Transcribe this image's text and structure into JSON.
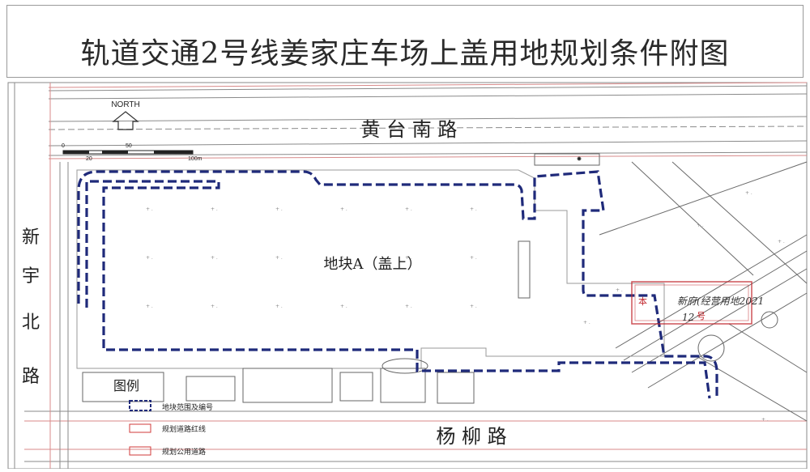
{
  "title": "轨道交通2号线姜家庄车场上盖用地规划条件附图",
  "map": {
    "north_label": "NORTH",
    "scale": {
      "ticks": [
        "0",
        "20",
        "50",
        "100m"
      ]
    },
    "roads": {
      "north": "黄 台 南 路",
      "west": [
        "新",
        "宇",
        "北",
        "路"
      ],
      "south": "杨 柳 路"
    },
    "parcel_label": "地块A（盖上）",
    "stamp": {
      "line1": "本",
      "line2": "号"
    },
    "handwriting": [
      "新府(经营用地2021",
      "12"
    ]
  },
  "legend": {
    "title": "图例",
    "items": [
      {
        "label": "地块范围及编号",
        "color": "#1f2a7a"
      },
      {
        "label": "规划道路红线",
        "color": "#d23a3a"
      },
      {
        "label": "规划公用道路",
        "color": "#d23a3a"
      }
    ]
  },
  "colors": {
    "boundary": "#1f2a7a",
    "redline": "#d88a8a",
    "stamp": "#c1272d",
    "linework": "#555555"
  }
}
